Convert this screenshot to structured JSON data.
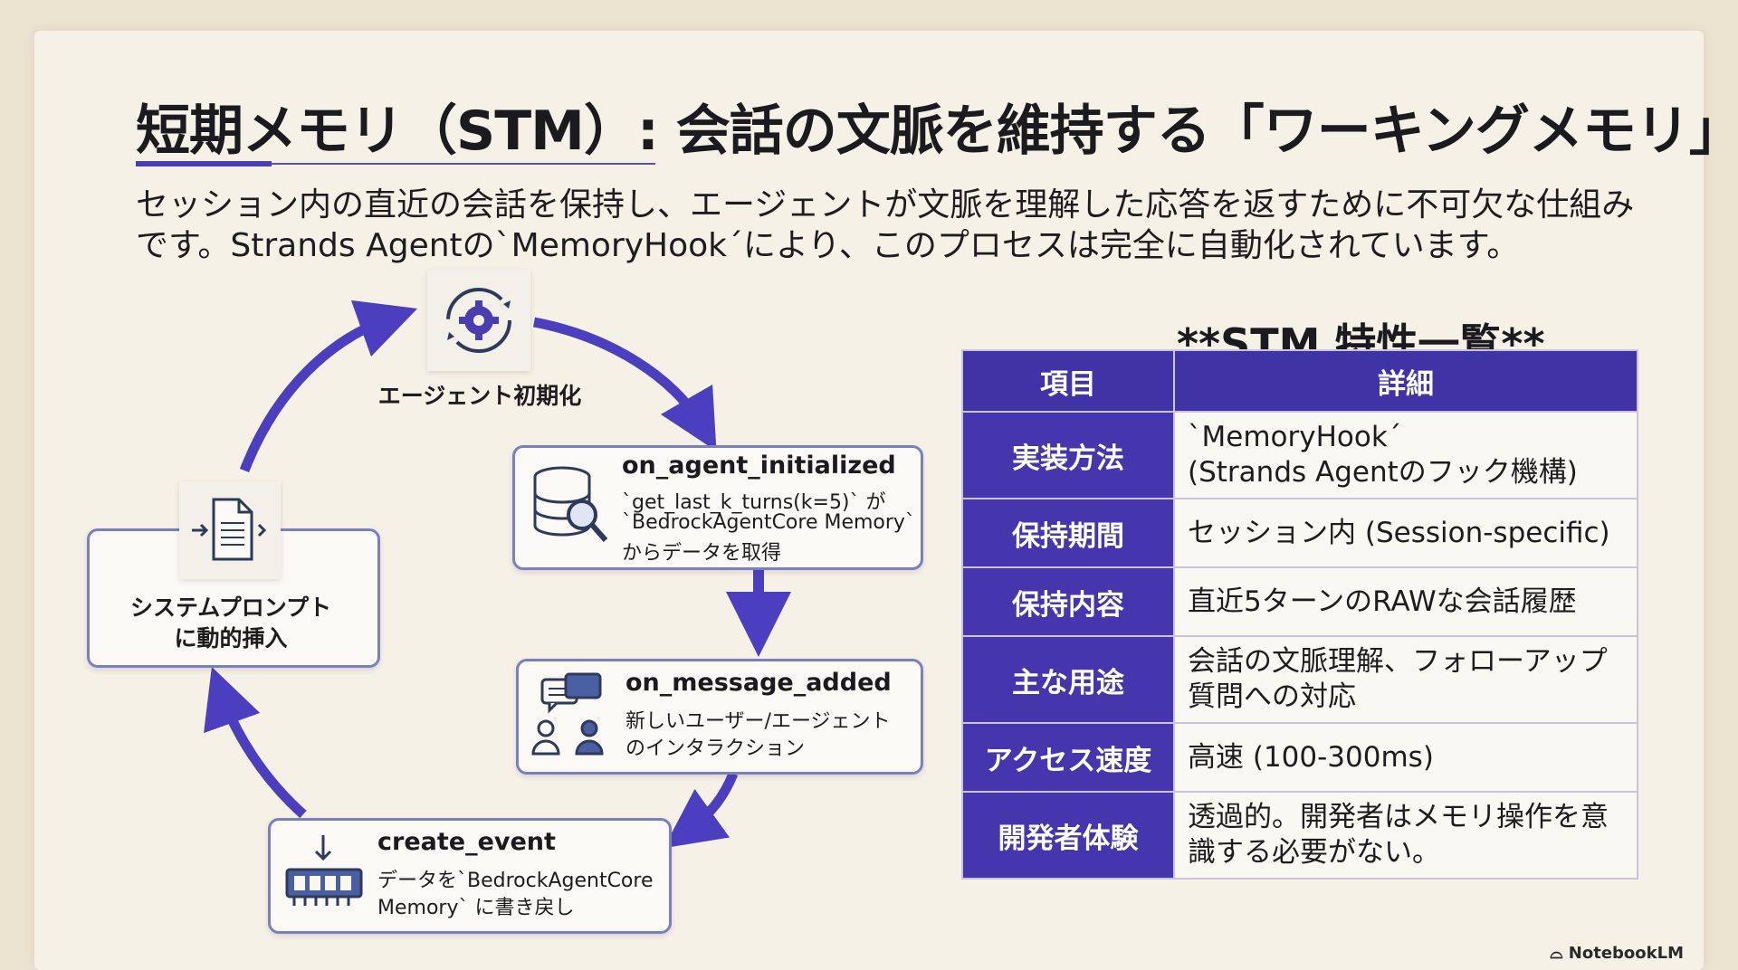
{
  "title": "短期メモリ（STM）: 会話の文脈を維持する「ワーキングメモリ」",
  "subtitle": {
    "line1": "セッション内の直近の会話を保持し、エージェントが文脈を理解した応答を返すために不可欠な仕組み",
    "line2": "です。Strands Agentの`MemoryHook´により、このプロセスは完全に自動化されています。"
  },
  "diagram": {
    "init": {
      "label": "エージェント初期化",
      "icon": "gear-sync-icon"
    },
    "on_agent_initialized": {
      "title": "on_agent_initialized",
      "line1": "`get_last_k_turns(k=5)` が",
      "line2": "`BedrockAgentCore Memory`",
      "line3": "からデータを取得",
      "icon": "database-search-icon"
    },
    "on_message_added": {
      "title": "on_message_added",
      "line1": "新しいユーザー/エージェント",
      "line2": "のインタラクション",
      "icon": "chat-users-icon"
    },
    "create_event": {
      "title": "create_event",
      "line1": "データを`BedrockAgentCore",
      "line2": "Memory` に書き戻し",
      "icon": "memory-chip-icon"
    },
    "system_prompt": {
      "line1": "システムプロンプト",
      "line2": "に動的挿入",
      "icon": "document-icon"
    }
  },
  "table": {
    "heading": "**STM 特性一覧**",
    "headers": [
      "項目",
      "詳細"
    ],
    "rows": [
      {
        "key": "実装方法",
        "line1": "`MemoryHook´",
        "line2": "(Strands Agentのフック機構)"
      },
      {
        "key": "保持期間",
        "line1": "セッション内 (Session-specific)",
        "line2": ""
      },
      {
        "key": "保持内容",
        "line1": "直近5ターンのRAWな会話履歴",
        "line2": ""
      },
      {
        "key": "主な用途",
        "line1": "会話の文脈理解、フォローアップ",
        "line2": "質問への対応"
      },
      {
        "key": "アクセス速度",
        "line1": "高速 (100-300ms)",
        "line2": ""
      },
      {
        "key": "開発者体験",
        "line1": "透過的。開発者はメモリ操作を意",
        "line2": "識する必要がない。"
      }
    ]
  },
  "brand": "NotebookLM",
  "colors": {
    "accent": "#4536ad",
    "arrow": "#4b3fbf",
    "box_border": "#7a7fc0",
    "background": "#f6f1e6"
  }
}
